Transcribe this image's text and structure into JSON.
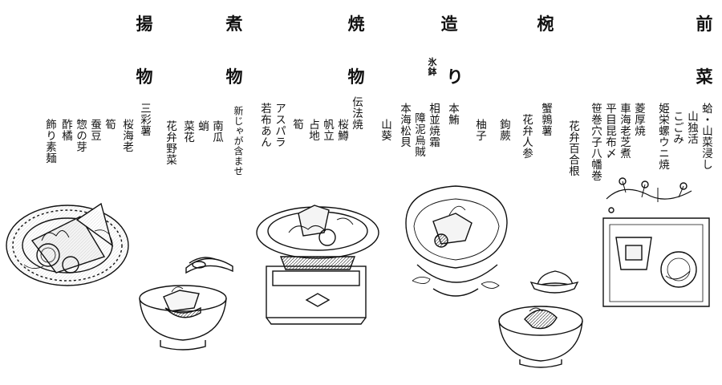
{
  "courses": [
    {
      "id": "zensai",
      "title_top": "前",
      "title_bottom": "菜",
      "items": [
        "蛤・山菜浸し",
        "山独活",
        "こごみ",
        "姫栄螺ウニ焼",
        "菱厚焼",
        "車海老芝煮",
        "平目昆布〆",
        "笹巻穴子八幡巻",
        "花弁百合根"
      ]
    },
    {
      "id": "wan",
      "title_top": "椀",
      "title_bottom": "",
      "items": [
        "蟹鶉薯",
        "花弁人参",
        "鉤蕨",
        "柚子"
      ]
    },
    {
      "id": "tsukuri",
      "title_top": "造",
      "title_bottom": "り",
      "title_sub": "氷鉢",
      "items": [
        "本鮪",
        "相並焼霜",
        "障泥烏賊",
        "本海松貝",
        "山葵"
      ]
    },
    {
      "id": "yaki",
      "title_top": "焼",
      "title_bottom": "物",
      "items": [
        "伝法焼",
        "桜鱒",
        "帆立",
        "占地",
        "筍",
        "アスパラ",
        "若布あん"
      ]
    },
    {
      "id": "nimono",
      "title_top": "煮",
      "title_bottom": "物",
      "items": [
        "新じゃが含ませ",
        "南瓜",
        "蛸",
        "菜花",
        "花弁野菜"
      ]
    },
    {
      "id": "agemono",
      "title_top": "揚",
      "title_bottom": "物",
      "items": [
        "三彩薯",
        "桜海老",
        "筍",
        "蚕豆",
        "惣の芽",
        "酢橘",
        "飾り素麺"
      ]
    }
  ]
}
